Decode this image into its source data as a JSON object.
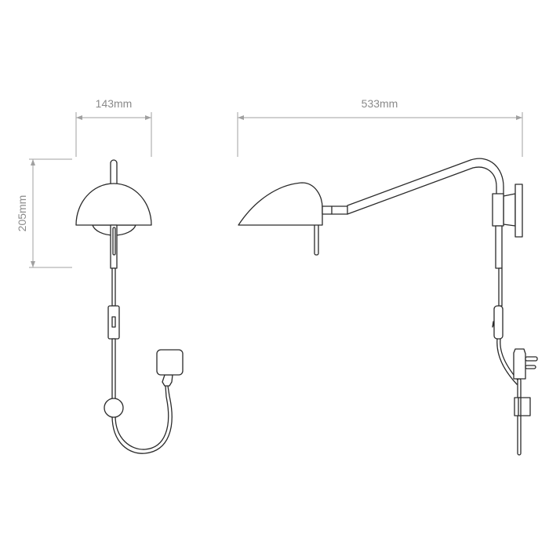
{
  "dimensions": {
    "front_width": "143mm",
    "front_height": "205mm",
    "side_projection": "533mm"
  },
  "colors": {
    "line": "#2a2a2a",
    "dimension": "#a0a0a0",
    "label": "#8a8a8a"
  }
}
